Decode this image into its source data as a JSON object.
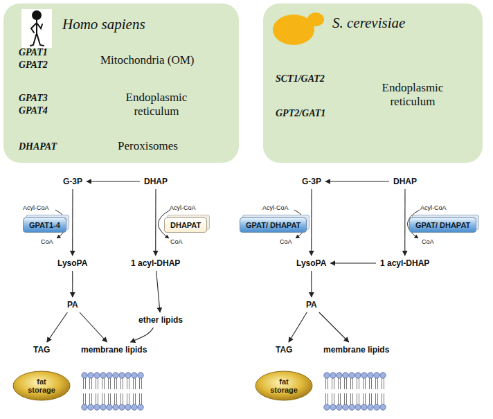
{
  "diagram": {
    "nodes": [
      {
        "text": [
          "Homo sapiens",
          "GPAT1 GPAT2",
          "Mitochondria (OM)",
          "GPAT3 GPAT4",
          "Endoplasmic reticulum",
          "DHAPAT",
          "Peroxisomes"
        ]
      },
      {
        "text": [
          "S. cerevisiae",
          "SCT1/GAT2",
          "GPT2/GAT1",
          "Endoplasmic reticulum"
        ]
      },
      {
        "text": [
          "G-3P"
        ]
      },
      {
        "text": [
          "DHAP"
        ]
      },
      {
        "text": [
          "GPAT1-4"
        ]
      },
      {
        "text": [
          "DHAPAT"
        ]
      },
      {
        "text": [
          "LysoPA"
        ]
      },
      {
        "text": [
          "1 acyl-DHAP"
        ]
      },
      {
        "text": [
          "PA"
        ]
      },
      {
        "text": [
          "TAG"
        ]
      },
      {
        "text": [
          "membrane lipids"
        ]
      },
      {
        "text": [
          "ether lipids"
        ]
      },
      {
        "text": [
          "fat storage"
        ]
      },
      {
        "text": [
          "G-3P"
        ]
      },
      {
        "text": [
          "DHAP"
        ]
      },
      {
        "text": [
          "GPAT/ DHAPAT"
        ]
      },
      {
        "text": [
          "GPAT/ DHAPAT"
        ]
      },
      {
        "text": [
          "LysoPA"
        ]
      },
      {
        "text": [
          "1 acyl-DHAP"
        ]
      },
      {
        "text": [
          "PA"
        ]
      },
      {
        "text": [
          "TAG"
        ]
      },
      {
        "text": [
          "membrane lipids"
        ]
      },
      {
        "text": [
          "fat storage"
        ]
      }
    ],
    "edges": [
      {
        "from": 3,
        "to": 2,
        "arrow": "to"
      },
      {
        "from": 2,
        "to": 6,
        "arrow": "to"
      },
      {
        "from": 3,
        "to": 7,
        "arrow": "to"
      },
      {
        "from": 6,
        "to": 8,
        "arrow": "to"
      },
      {
        "from": 8,
        "to": 9,
        "arrow": "to"
      },
      {
        "from": 8,
        "to": 10,
        "arrow": "to"
      },
      {
        "from": 7,
        "to": 11,
        "arrow": "to"
      },
      {
        "from": 11,
        "to": 10,
        "arrow": "to"
      },
      {
        "from": 14,
        "to": 13,
        "arrow": "to"
      },
      {
        "from": 13,
        "to": 17,
        "arrow": "to"
      },
      {
        "from": 14,
        "to": 18,
        "arrow": "to"
      },
      {
        "from": 18,
        "to": 17,
        "arrow": "to"
      },
      {
        "from": 17,
        "to": 19,
        "arrow": "to"
      },
      {
        "from": 19,
        "to": 20,
        "arrow": "to"
      },
      {
        "from": 19,
        "to": 21,
        "arrow": "to"
      }
    ],
    "labels": [
      "Acyl-CoA",
      "CoA",
      "Acyl-CoA",
      "CoA",
      "Acyl-CoA",
      "CoA",
      "Acyl-CoA",
      "CoA"
    ]
  }
}
